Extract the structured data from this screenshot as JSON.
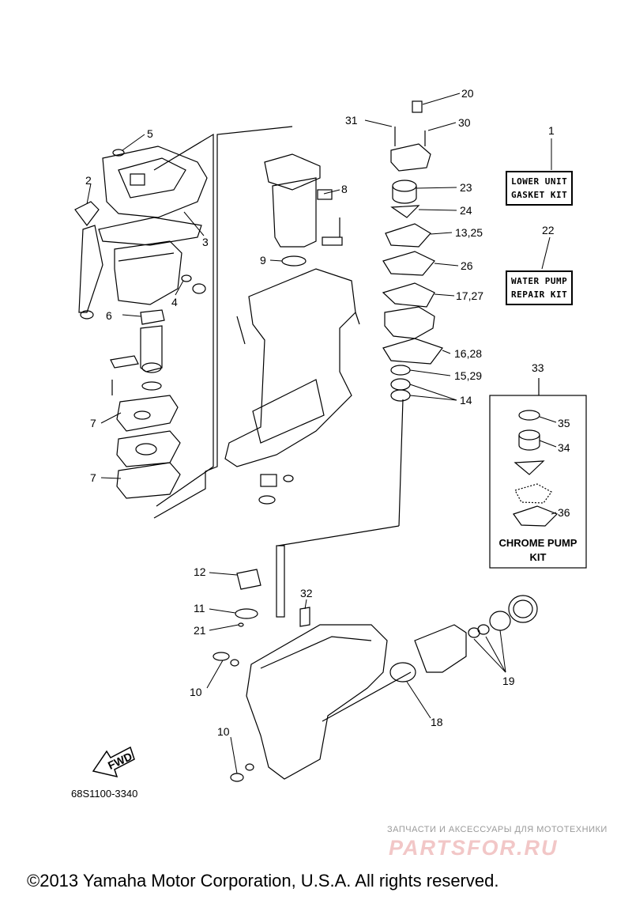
{
  "diagram": {
    "callouts": {
      "c1": "1",
      "c2": "2",
      "c3": "3",
      "c4": "4",
      "c5": "5",
      "c6": "6",
      "c7a": "7",
      "c7b": "7",
      "c8": "8",
      "c9": "9",
      "c10a": "10",
      "c10b": "10",
      "c11": "11",
      "c12": "12",
      "c13_25": "13,25",
      "c14": "14",
      "c15_29": "15,29",
      "c16_28": "16,28",
      "c17_27": "17,27",
      "c18": "18",
      "c19": "19",
      "c20": "20",
      "c21": "21",
      "c22": "22",
      "c23": "23",
      "c24": "24",
      "c26": "26",
      "c30": "30",
      "c31": "31",
      "c32": "32",
      "c33": "33",
      "c34": "34",
      "c35": "35",
      "c36": "36"
    },
    "kits": {
      "lower_unit": [
        "LOWER UNIT",
        "GASKET KIT"
      ],
      "water_pump": [
        "WATER PUMP",
        "REPAIR KIT"
      ],
      "chrome_pump": [
        "CHROME PUMP",
        "KIT"
      ]
    },
    "fwd_label": "FWD",
    "part_number": "68S1100-3340",
    "watermark_top": "ЗАПЧАСТИ И АКСЕССУАРЫ ДЛЯ МОТОТЕХНИКИ",
    "watermark_logo": "PARTSFOR.RU",
    "copyright": "©2013 Yamaha Motor Corporation, U.S.A. All rights reserved."
  }
}
